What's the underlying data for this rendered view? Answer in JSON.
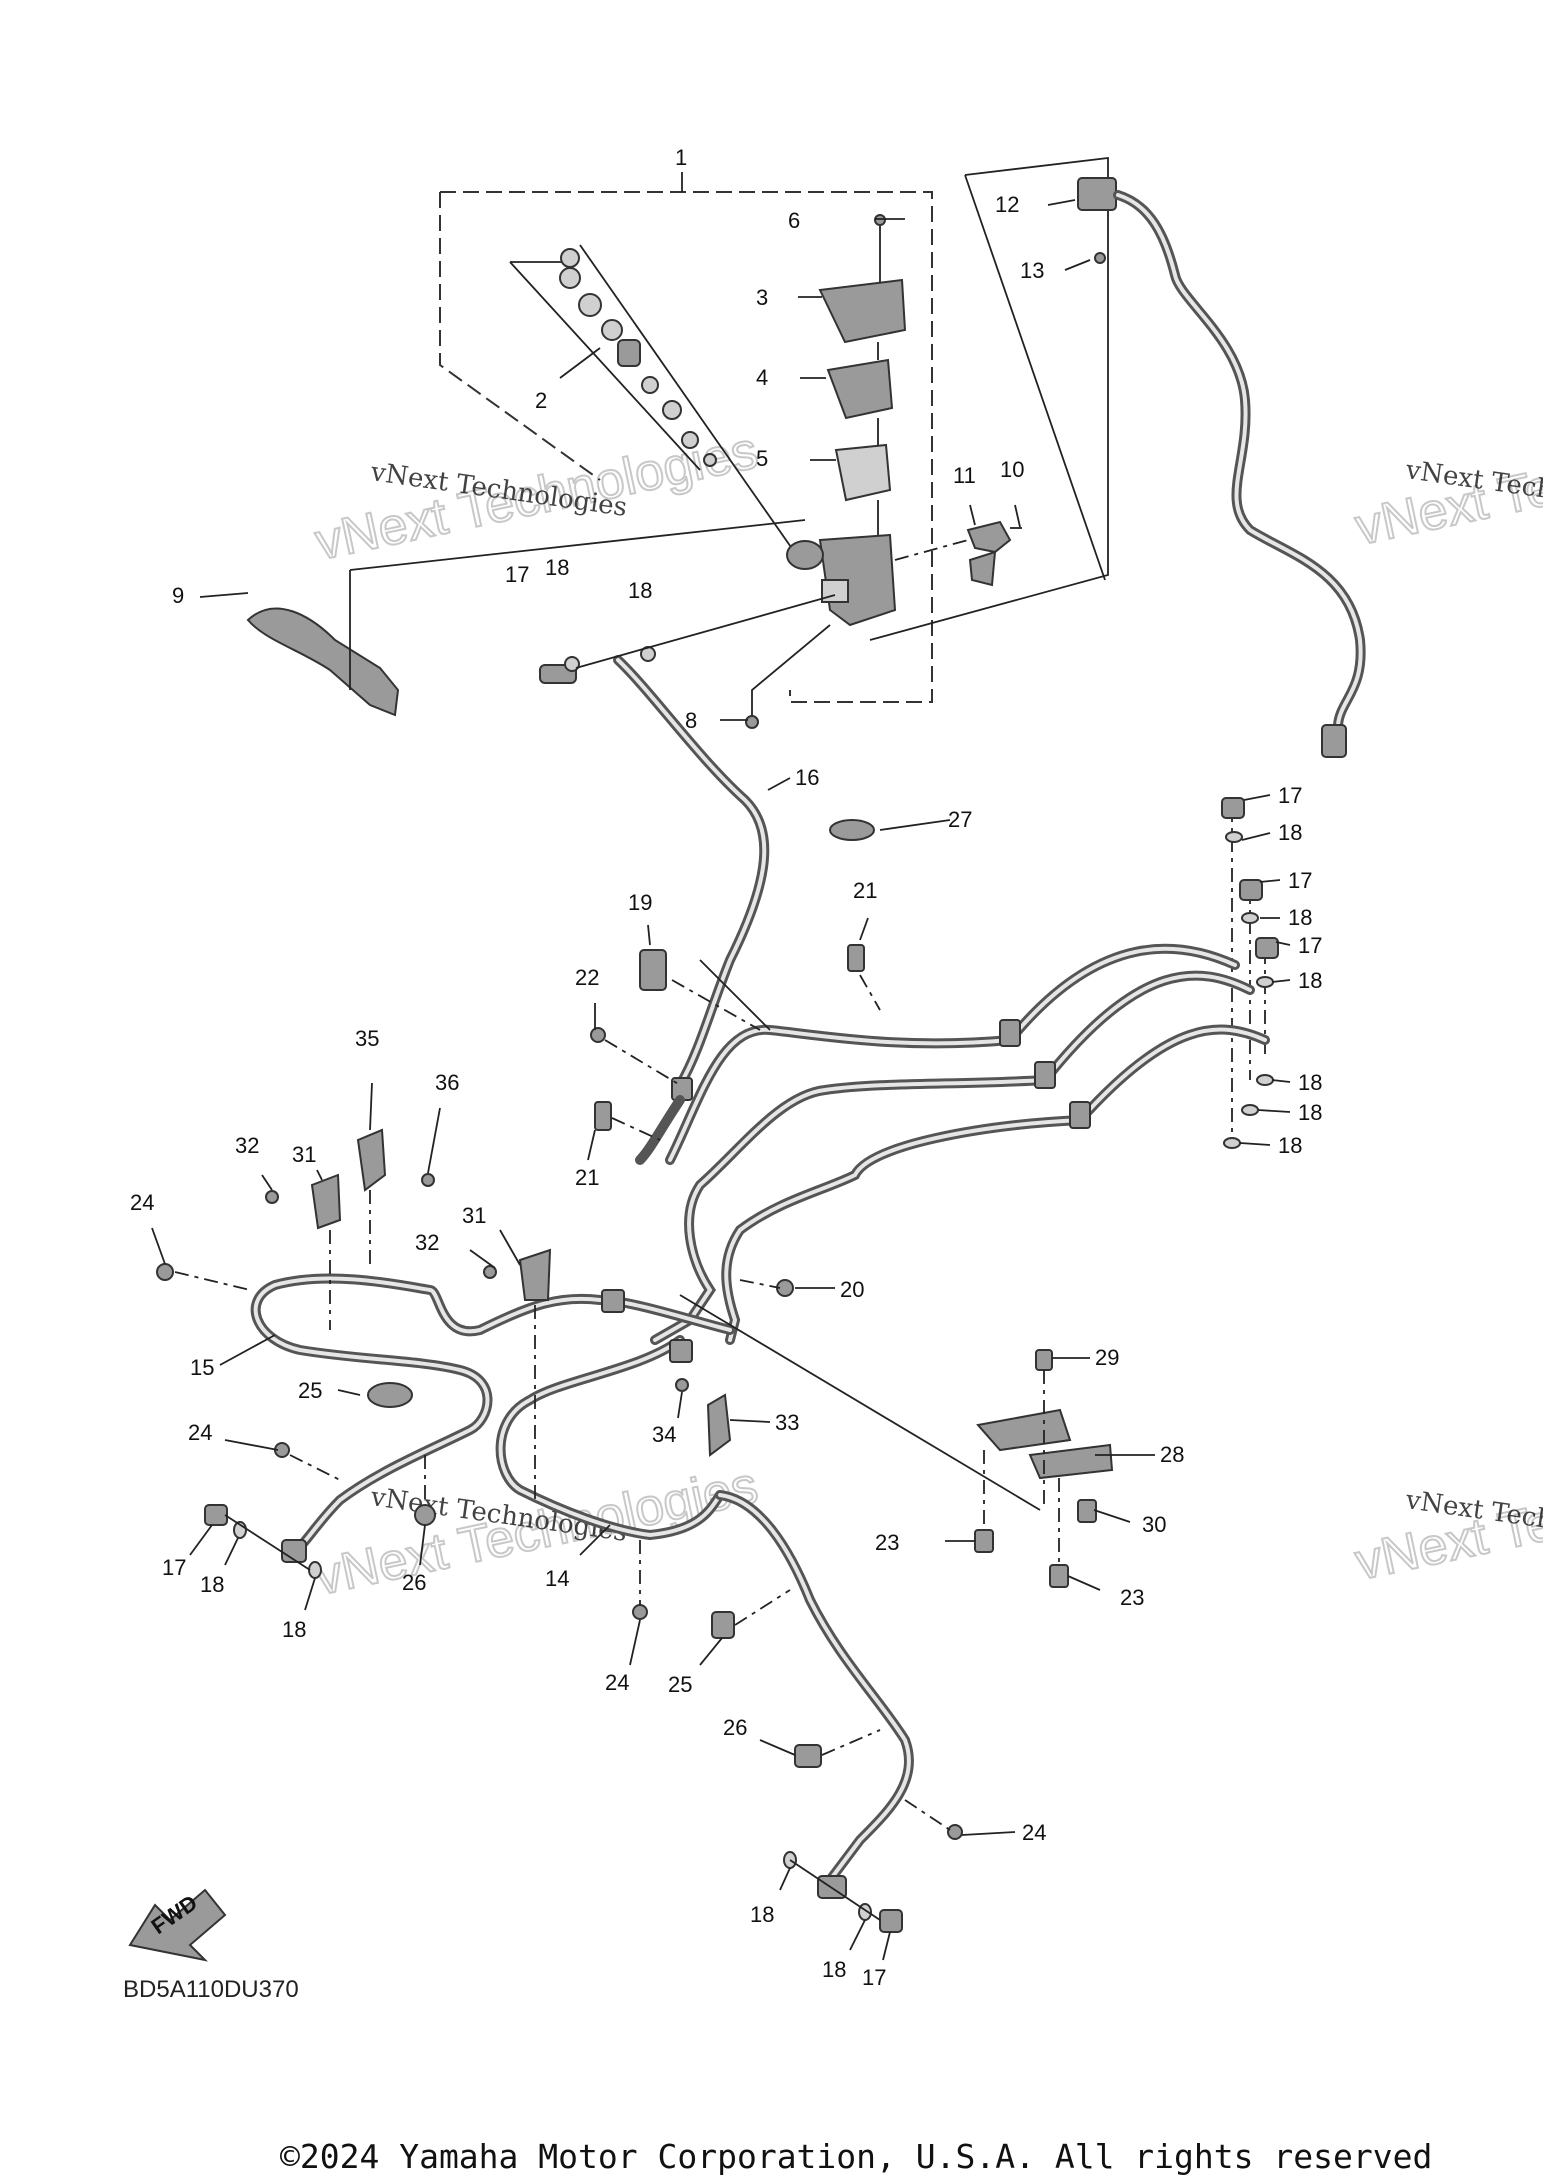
{
  "diagram": {
    "watermark_small": "vNext Technologies",
    "watermark_large": "vNext Technologies",
    "part_callouts": [
      "1",
      "2",
      "3",
      "4",
      "5",
      "6",
      "8",
      "9",
      "10",
      "11",
      "12",
      "13",
      "14",
      "15",
      "16",
      "17",
      "18",
      "19",
      "20",
      "21",
      "22",
      "23",
      "24",
      "25",
      "26",
      "27",
      "28",
      "29",
      "30",
      "31",
      "32",
      "33",
      "34",
      "35",
      "36"
    ],
    "fwd_label": "FWD",
    "diagram_code": "BD5A110DU370"
  },
  "footer": {
    "copyright": "©2024 Yamaha Motor Corporation, U.S.A. All rights reserved"
  }
}
